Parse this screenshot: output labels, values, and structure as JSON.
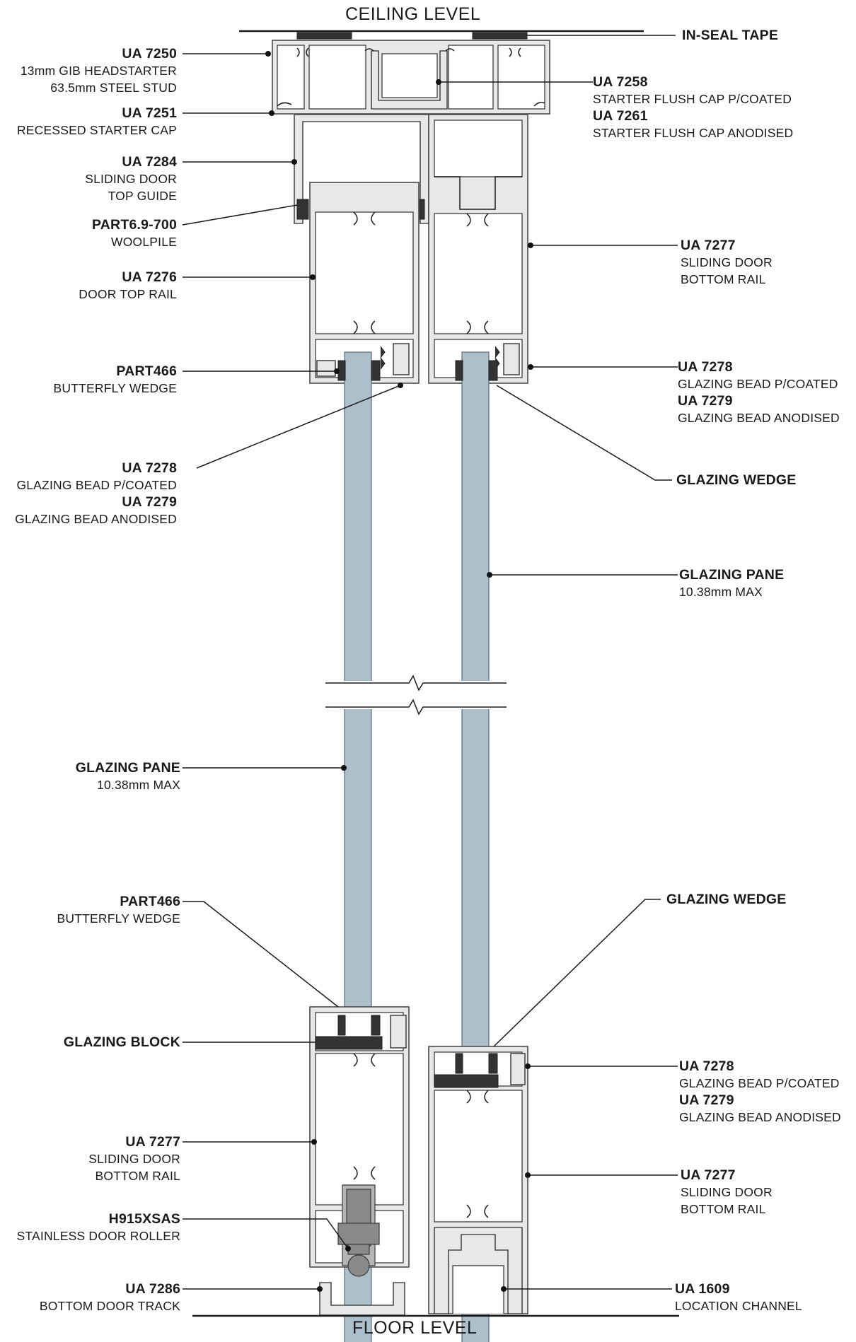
{
  "levels": {
    "ceiling": "CEILING LEVEL",
    "floor": "FLOOR LEVEL"
  },
  "callouts": {
    "inseal": {
      "code": "IN-SEAL TAPE"
    },
    "ua7250": {
      "code": "UA 7250",
      "line1": "13mm GIB HEADSTARTER",
      "line2": "63.5mm STEEL STUD"
    },
    "ua7251": {
      "code": "UA 7251",
      "line1": "RECESSED STARTER CAP"
    },
    "ua7284": {
      "code": "UA 7284",
      "line1": "SLIDING DOOR",
      "line2": "TOP GUIDE"
    },
    "woolpile": {
      "code": "PART6.9-700",
      "line1": "WOOLPILE"
    },
    "ua7276": {
      "code": "UA 7276",
      "line1": "DOOR TOP RAIL"
    },
    "part466_top": {
      "code": "PART466",
      "line1": "BUTTERFLY WEDGE"
    },
    "bead_left_top": {
      "code1": "UA 7278",
      "line1": "GLAZING BEAD P/COATED",
      "code2": "UA 7279",
      "line2": "GLAZING BEAD ANODISED"
    },
    "ua7258": {
      "code1": "UA 7258",
      "line1": "STARTER FLUSH CAP P/COATED",
      "code2": "UA 7261",
      "line2": "STARTER FLUSH CAP ANODISED"
    },
    "ua7277_top": {
      "code": "UA 7277",
      "line1": "SLIDING DOOR",
      "line2": "BOTTOM RAIL"
    },
    "bead_right_top": {
      "code1": "UA 7278",
      "line1": "GLAZING BEAD P/COATED",
      "code2": "UA 7279",
      "line2": "GLAZING BEAD ANODISED"
    },
    "wedge_right_top": {
      "code": "GLAZING WEDGE"
    },
    "pane_right": {
      "code": "GLAZING PANE",
      "line1": "10.38mm MAX"
    },
    "pane_left": {
      "code": "GLAZING PANE",
      "line1": "10.38mm MAX"
    },
    "part466_bottom": {
      "code": "PART466",
      "line1": "BUTTERFLY WEDGE"
    },
    "wedge_right_bottom": {
      "code": "GLAZING WEDGE"
    },
    "glazing_block": {
      "code": "GLAZING BLOCK"
    },
    "bead_right_bottom": {
      "code1": "UA 7278",
      "line1": "GLAZING BEAD P/COATED",
      "code2": "UA 7279",
      "line2": "GLAZING BEAD ANODISED"
    },
    "ua7277_left_bottom": {
      "code": "UA 7277",
      "line1": "SLIDING DOOR",
      "line2": "BOTTOM RAIL"
    },
    "ua7277_right_bottom": {
      "code": "UA 7277",
      "line1": "SLIDING DOOR",
      "line2": "BOTTOM RAIL"
    },
    "roller": {
      "code": "H915XSAS",
      "line1": "STAINLESS DOOR ROLLER"
    },
    "ua7286": {
      "code": "UA 7286",
      "line1": "BOTTOM DOOR TRACK"
    },
    "ua1609": {
      "code": "UA 1609",
      "line1": "LOCATION CHANNEL"
    }
  },
  "colors": {
    "profile_fill": "#e6e8ea",
    "profile_stroke": "#4a4a4a",
    "glass": "#aebfcc",
    "gasket": "#333333",
    "roller": "#8a8a8a",
    "leader": "#1a1a1a"
  }
}
